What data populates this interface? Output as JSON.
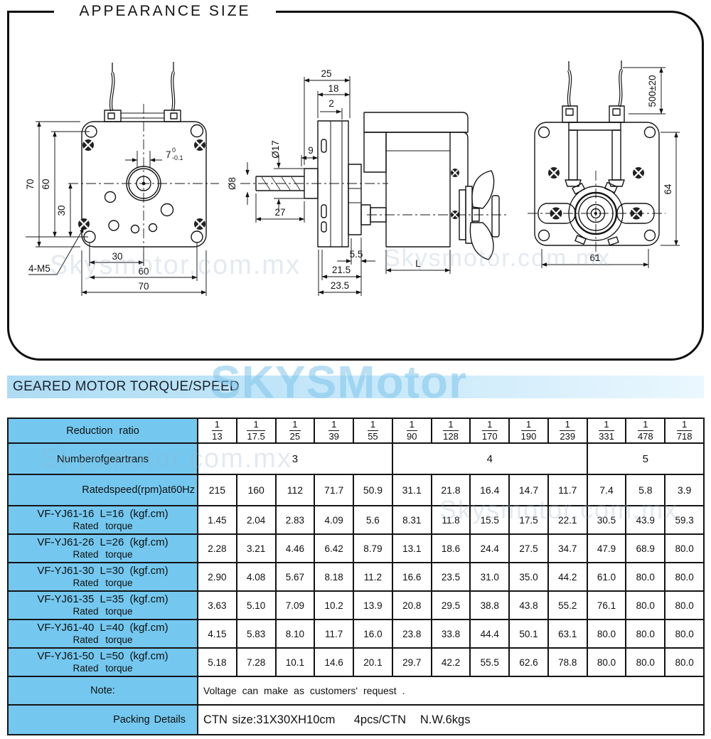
{
  "page": {
    "title": "APPEARANCE SIZE",
    "section_banner": "GEARED MOTOR TORQUE/SPEED",
    "watermark_big": "SKYSMotor",
    "watermark_small": "Skysmotor.com.mx"
  },
  "colors": {
    "label_blue": "#74c8ef",
    "banner_blue": "#aedcf4",
    "line_black": "#141414",
    "watermark_blue": "rgba(125,196,235,0.55)"
  },
  "drawing": {
    "front": {
      "h70": "70",
      "h60": "60",
      "h30": "30",
      "w30": "30",
      "w60": "60",
      "w70": "70",
      "shaft_dim": "7",
      "shaft_tol_upper": "0",
      "shaft_tol_lower": "-0.1",
      "thread_callout": "4-M5"
    },
    "side": {
      "d25": "25",
      "d18": "18",
      "d2": "2",
      "dia17": "Ø17",
      "d9": "9",
      "dia8": "Ø8",
      "d27": "27",
      "d5_5": "5.5",
      "d21_5": "21.5",
      "d23_5": "23.5",
      "motor_length": "L"
    },
    "rear": {
      "wire_length": "500±20",
      "d64": "64",
      "d61": "61"
    }
  },
  "table": {
    "reduction_ratio_label": "Reduction ratio",
    "gear_trans_label": "Numberofgeartrans",
    "rated_speed_label": "Ratedspeed(rpm)at60Hz",
    "reduction_ratios": [
      {
        "num": "1",
        "den": "13"
      },
      {
        "num": "1",
        "den": "17.5"
      },
      {
        "num": "1",
        "den": "25"
      },
      {
        "num": "1",
        "den": "39"
      },
      {
        "num": "1",
        "den": "55"
      },
      {
        "num": "1",
        "den": "90"
      },
      {
        "num": "1",
        "den": "128"
      },
      {
        "num": "1",
        "den": "170"
      },
      {
        "num": "1",
        "den": "190"
      },
      {
        "num": "1",
        "den": "239"
      },
      {
        "num": "1",
        "den": "331"
      },
      {
        "num": "1",
        "den": "478"
      },
      {
        "num": "1",
        "den": "718"
      }
    ],
    "gear_trans_groups": [
      {
        "value": "3",
        "span": 5
      },
      {
        "value": "4",
        "span": 5
      },
      {
        "value": "5",
        "span": 3
      }
    ],
    "rated_speeds": [
      "215",
      "160",
      "112",
      "71.7",
      "50.9",
      "31.1",
      "21.8",
      "16.4",
      "14.7",
      "11.7",
      "7.4",
      "5.8",
      "3.9"
    ],
    "torque_rows": [
      {
        "model": "VF-YJ61-16 L=16 (kgf.cm)",
        "subtitle": "Rated torque",
        "values": [
          "1.45",
          "2.04",
          "2.83",
          "4.09",
          "5.6",
          "8.31",
          "11.8",
          "15.5",
          "17.5",
          "22.1",
          "30.5",
          "43.9",
          "59.3"
        ]
      },
      {
        "model": "VF-YJ61-26 L=26 (kgf.cm)",
        "subtitle": "Rated torque",
        "values": [
          "2.28",
          "3.21",
          "4.46",
          "6.42",
          "8.79",
          "13.1",
          "18.6",
          "24.4",
          "27.5",
          "34.7",
          "47.9",
          "68.9",
          "80.0"
        ]
      },
      {
        "model": "VF-YJ61-30 L=30 (kgf.cm)",
        "subtitle": "Rated torque",
        "values": [
          "2.90",
          "4.08",
          "5.67",
          "8.18",
          "11.2",
          "16.6",
          "23.5",
          "31.0",
          "35.0",
          "44.2",
          "61.0",
          "80.0",
          "80.0"
        ]
      },
      {
        "model": "VF-YJ61-35 L=35 (kgf.cm)",
        "subtitle": "Rated torque",
        "values": [
          "3.63",
          "5.10",
          "7.09",
          "10.2",
          "13.9",
          "20.8",
          "29.5",
          "38.8",
          "43.8",
          "55.2",
          "76.1",
          "80.0",
          "80.0"
        ]
      },
      {
        "model": "VF-YJ61-40 L=40 (kgf.cm)",
        "subtitle": "Rated torque",
        "values": [
          "4.15",
          "5.83",
          "8.10",
          "11.7",
          "16.0",
          "23.8",
          "33.8",
          "44.4",
          "50.1",
          "63.1",
          "80.0",
          "80.0",
          "80.0"
        ]
      },
      {
        "model": "VF-YJ61-50 L=50 (kgf.cm)",
        "subtitle": "Rated torque",
        "values": [
          "5.18",
          "7.28",
          "10.1",
          "14.6",
          "20.1",
          "29.7",
          "42.2",
          "55.5",
          "62.6",
          "78.8",
          "80.0",
          "80.0",
          "80.0"
        ]
      }
    ],
    "note_label": "Note:",
    "note_value": "Voltage can make as customers' request .",
    "packing_label": "Packing Details",
    "packing_value": "CTN size:31X30XH10cm    4pcs/CTN   N.W.6kgs"
  }
}
